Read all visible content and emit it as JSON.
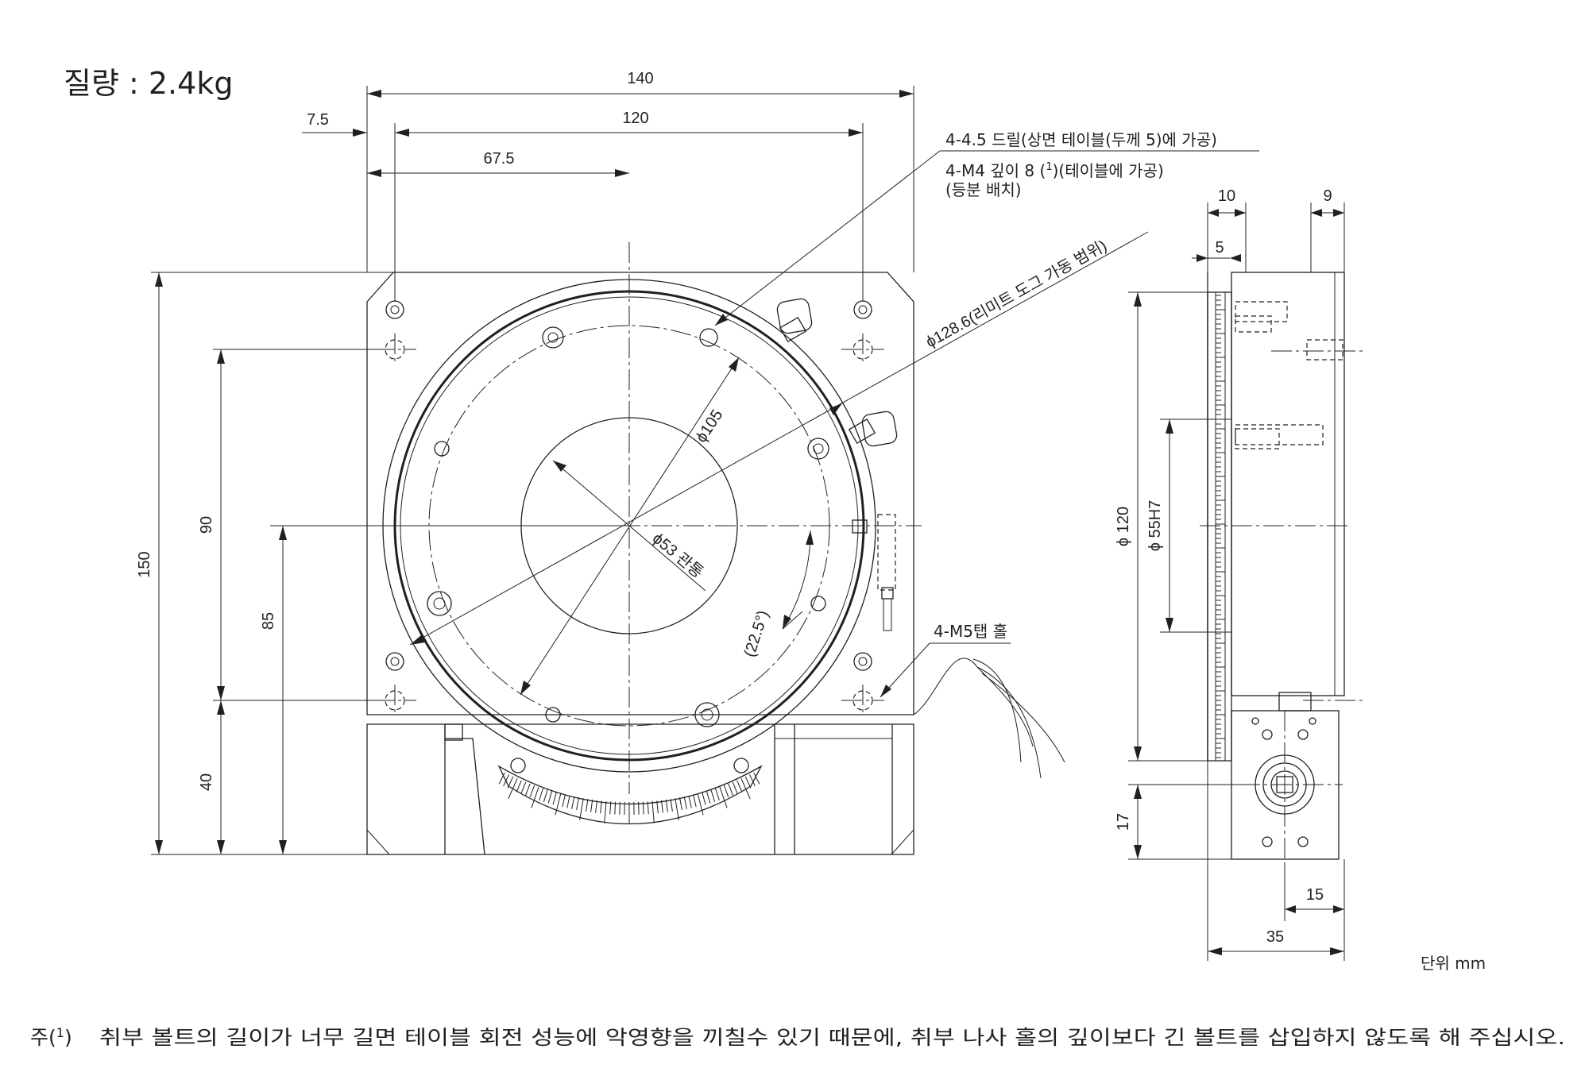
{
  "mass_label": "질량 : 2.4kg",
  "dimensions": {
    "d140": "140",
    "d7_5": "7.5",
    "d120": "120",
    "d67_5": "67.5",
    "d150": "150",
    "d90": "90",
    "d85": "85",
    "d40": "40",
    "phi105": "ϕ105",
    "phi53": "ϕ53 관통",
    "phi128": "ϕ128.6(리미트 도그 가동 범위)",
    "angle": "(22.5°)",
    "side_10": "10",
    "side_9": "9",
    "side_5": "5",
    "side_phi120": "ϕ 120",
    "side_phi55": "ϕ 55H7",
    "side_17": "17",
    "side_15": "15",
    "side_35": "35"
  },
  "callouts": {
    "drill_1": "4-4.5 드릴(상면 테이블(두께 5)에 가공)",
    "drill_2": "4-M4 깊이 8 (",
    "drill_2_sup": "1",
    "drill_2_tail": ")(테이블에 가공)",
    "drill_3": "(등분 배치)",
    "tap": "4-M5탭 홀"
  },
  "units": "단위    mm",
  "footnote": {
    "prefix": "주(",
    "sup": "1",
    "close": ")",
    "text": "취부 볼트의 길이가 너무 길면 테이블 회전 성능에 악영향을 끼칠수 있기 때문에, 취부 나사 홀의 깊이보다 긴 볼트를 삽입하지 않도록 해 주십시오."
  }
}
